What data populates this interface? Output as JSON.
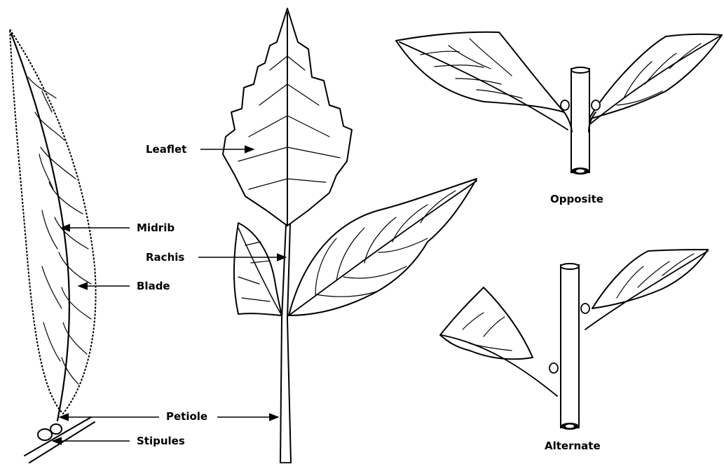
{
  "labels": {
    "leaflet": "Leaflet",
    "midrib": "Midrib",
    "rachis": "Rachis",
    "blade": "Blade",
    "petiole": "Petiole",
    "stipules": "Stipules",
    "opposite": "Opposite",
    "alternate": "Alternate"
  }
}
